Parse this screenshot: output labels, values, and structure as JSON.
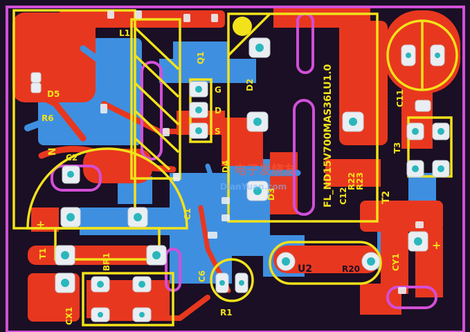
{
  "board": {
    "part_number": "FL_ND15V700MAS36LU1.0",
    "watermark": "电子发烧友",
    "watermark_url": "DianYuan.com"
  },
  "refdes": {
    "q1": "Q1",
    "pin_g": "G",
    "pin_d": "D",
    "pin_s": "S",
    "c2": "C2",
    "c11": "C11",
    "c1": "C1",
    "c6": "C6",
    "c12": "C12",
    "r1": "R1",
    "r6": "R6",
    "r20": "R20",
    "r22": "R22",
    "r23": "R23",
    "d2": "D2",
    "d3": "D3",
    "d4": "D4",
    "d5": "D5",
    "t1": "T1",
    "t2": "T2",
    "t3": "T3",
    "u2": "U2",
    "br1": "BR1",
    "cx1": "CX1",
    "cy1": "CY1",
    "l1": "L1",
    "n": "N",
    "plus": "+"
  },
  "colors": {
    "top_copper": "#e8371f",
    "bottom_copper": "#3f8fe0",
    "silkscreen": "#f2e21a",
    "outline": "#d24fd8",
    "pad": "#e9eef2",
    "drill": "#29b7bd",
    "substrate": "#1a0f24"
  }
}
